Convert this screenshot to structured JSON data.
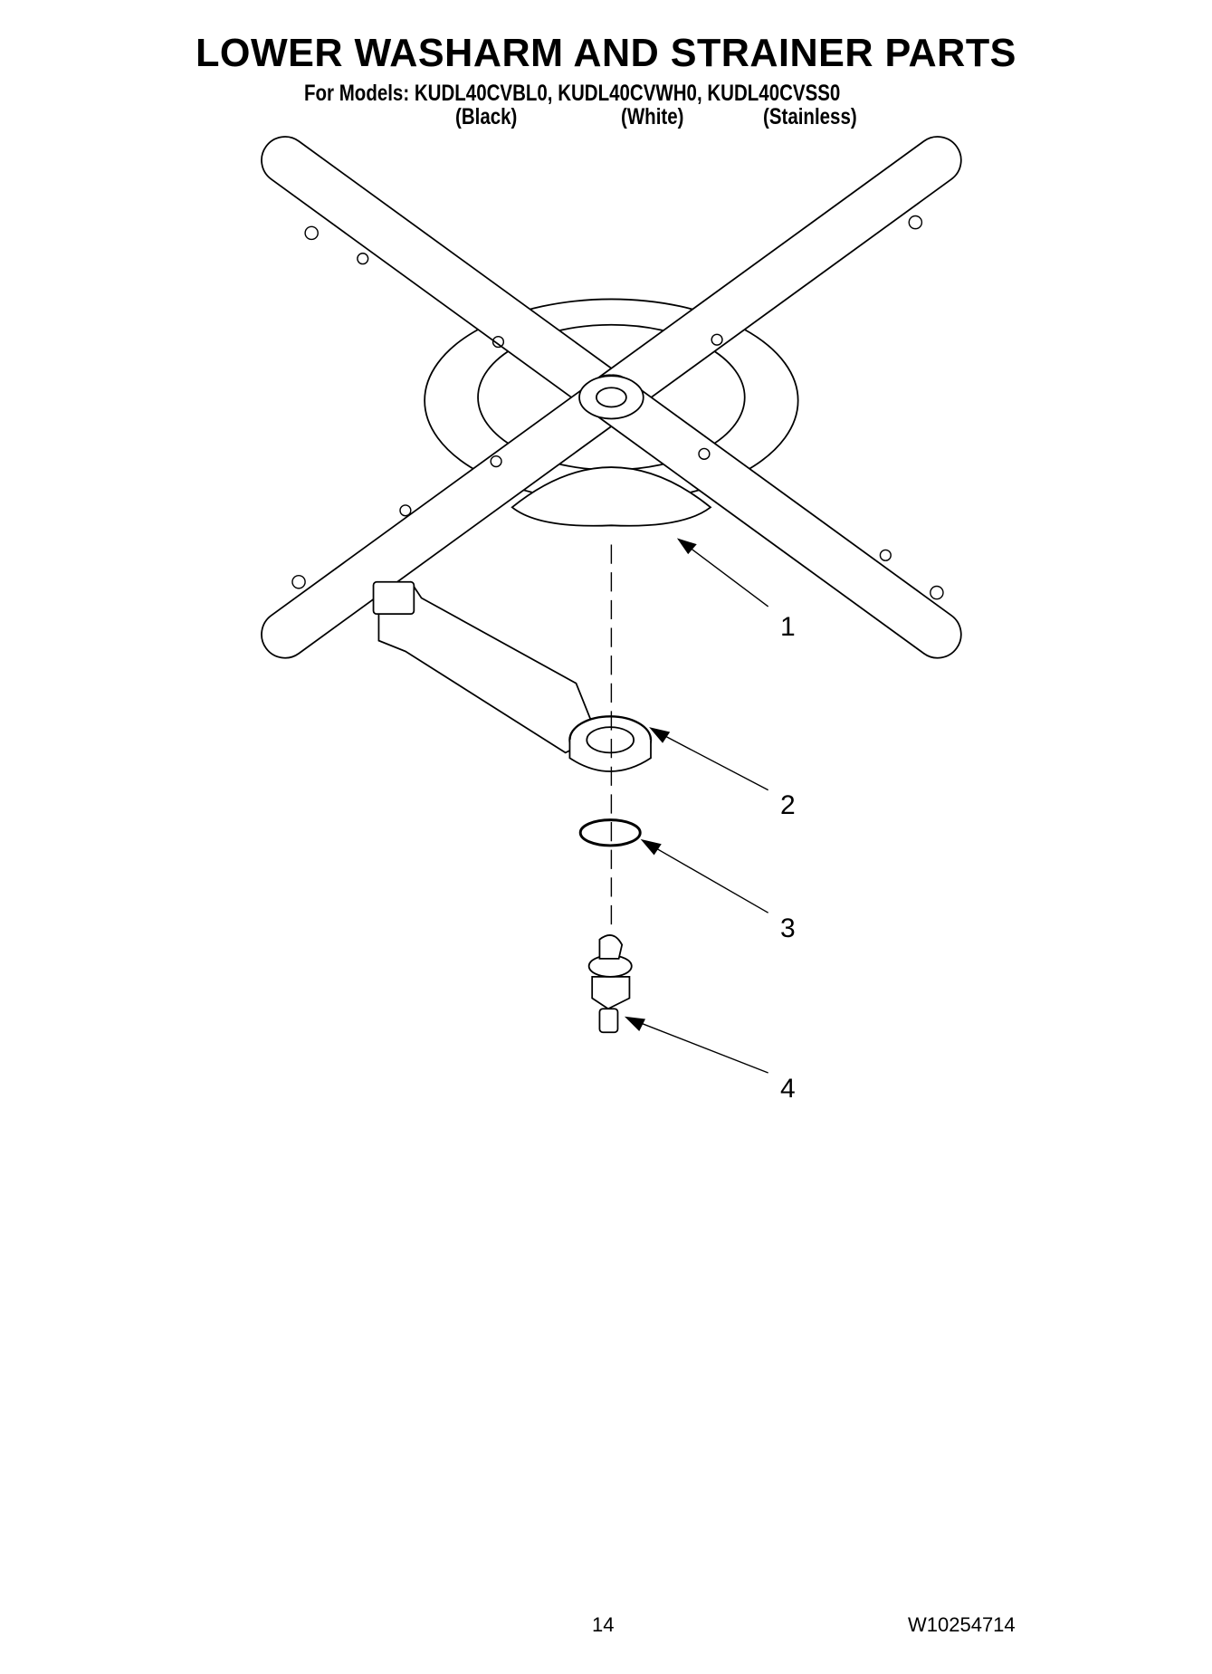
{
  "header": {
    "title": "LOWER WASHARM AND STRAINER PARTS",
    "models_line": "For Models: KUDL40CVBL0, KUDL40CVWH0, KUDL40CVSS0",
    "colors": [
      "(Black)",
      "(White)",
      "(Stainless)"
    ]
  },
  "diagram": {
    "callouts": [
      "1",
      "2",
      "3",
      "4"
    ]
  },
  "footer": {
    "page_number": "14",
    "document_number": "W10254714"
  }
}
